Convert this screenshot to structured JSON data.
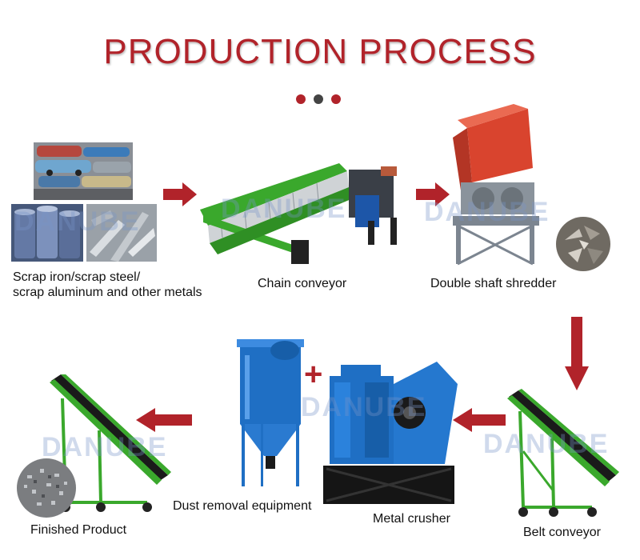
{
  "title": "PRODUCTION PROCESS",
  "dots": [
    {
      "color": "#b1232a"
    },
    {
      "color": "#444444"
    },
    {
      "color": "#b1232a"
    }
  ],
  "steps": {
    "scrap": {
      "caption_line1": "Scrap iron/scrap steel/",
      "caption_line2": "scrap aluminum and other metals"
    },
    "chain": {
      "caption": "Chain conveyor"
    },
    "shredder": {
      "caption": "Double shaft shredder"
    },
    "belt": {
      "caption": "Belt conveyor"
    },
    "crusher": {
      "caption": "Metal crusher"
    },
    "dust": {
      "caption": "Dust removal equipment"
    },
    "finished": {
      "caption": "Finished Product"
    }
  },
  "plus_sign": "+",
  "watermark": "DANUBE",
  "colors": {
    "accent": "#b1232a",
    "conveyor_green": "#3aa82c",
    "machine_blue": "#1f6fc4",
    "shredder_red": "#d9442e",
    "frame_gray": "#7c8590",
    "belt_black": "#1a1a1a"
  }
}
